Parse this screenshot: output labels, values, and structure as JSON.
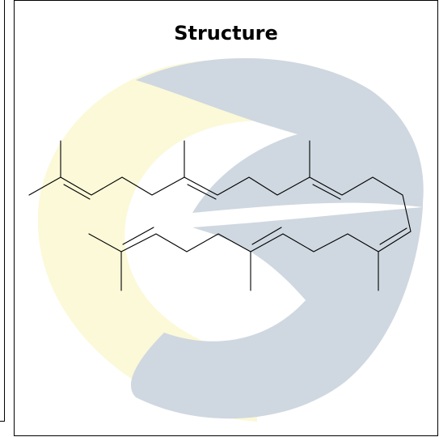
{
  "panel": {
    "title": "Structure"
  },
  "watermark": {
    "icon": "c-logo-watermark",
    "colors": {
      "gray": "#cfd8e0",
      "yellow": "#fbf9d8"
    }
  },
  "structure": {
    "icon": "skeletal-formula-structure",
    "stroke_color": "#000000"
  }
}
